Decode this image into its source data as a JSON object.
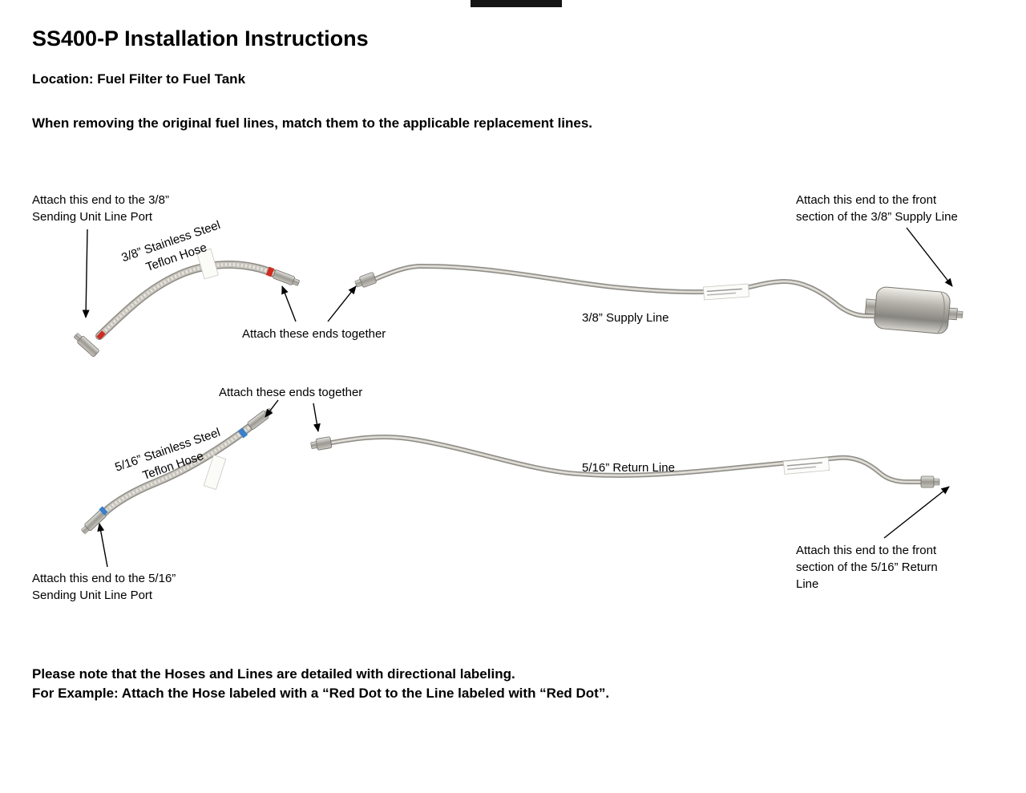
{
  "page": {
    "title": "SS400-P Installation Instructions",
    "location": "Location: Fuel Filter to Fuel Tank",
    "instruction": "When removing the original fuel lines, match them to the applicable replacement lines."
  },
  "diagram_top": {
    "attach_left_line1": "Attach this end to the 3/8”",
    "attach_left_line2": "Sending Unit Line Port",
    "hose_label_line1": "3/8” Stainless Steel",
    "hose_label_line2": "Teflon Hose",
    "attach_ends": "Attach these ends together",
    "supply_line_label": "3/8” Supply Line",
    "attach_right_line1": "Attach this end to the front",
    "attach_right_line2": "section of the 3/8” Supply Line"
  },
  "diagram_bottom": {
    "attach_ends": "Attach these ends together",
    "hose_label_line1": "5/16” Stainless Steel",
    "hose_label_line2": "Teflon Hose",
    "return_line_label": "5/16” Return Line",
    "attach_left_line1": "Attach this end to the 5/16”",
    "attach_left_line2": "Sending Unit Line Port",
    "attach_right_line1": "Attach this end to the front",
    "attach_right_line2": "section of the 5/16” Return",
    "attach_right_line3": "Line"
  },
  "footer": {
    "note_line1": "Please note that the Hoses and Lines are detailed with directional labeling.",
    "note_line2": "For Example: Attach the Hose labeled with a “Red Dot to the Line labeled with “Red Dot”."
  },
  "colors": {
    "red_dot": "#cf2b20",
    "blue_dot": "#3b7ec9"
  }
}
